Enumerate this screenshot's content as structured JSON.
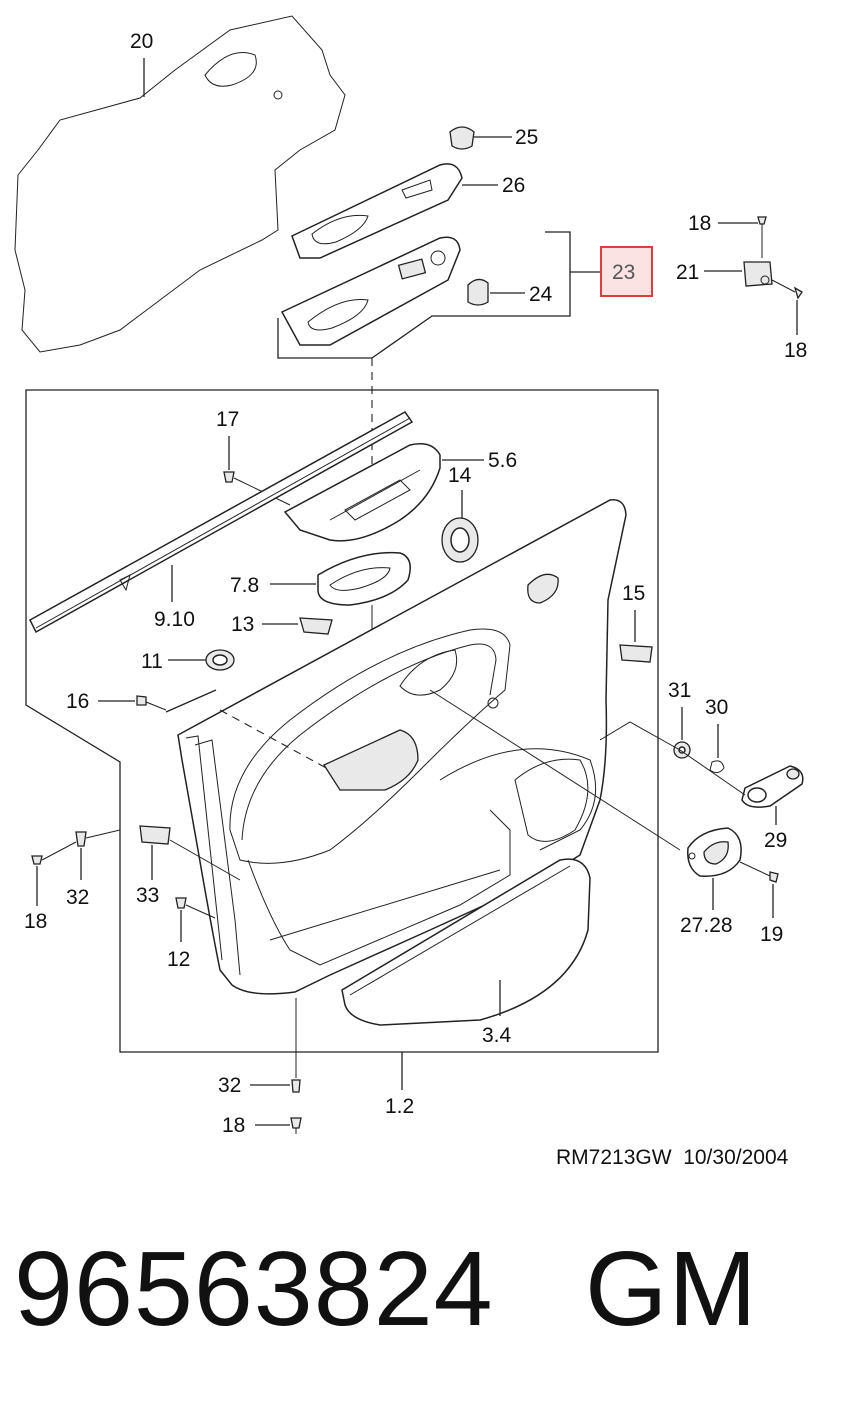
{
  "callouts": {
    "c20": "20",
    "c25": "25",
    "c26": "26",
    "c18a": "18",
    "c23": "23",
    "c21": "21",
    "c24": "24",
    "c18b": "18",
    "c17": "17",
    "c56": "5.6",
    "c14": "14",
    "c78": "7.8",
    "c15": "15",
    "c910": "9.10",
    "c13": "13",
    "c11": "11",
    "c31": "31",
    "c30": "30",
    "c16": "16",
    "c29": "29",
    "c32a": "32",
    "c33": "33",
    "c2728": "27.28",
    "c19": "19",
    "c18c": "18",
    "c12": "12",
    "c34": "3.4",
    "c32b": "32",
    "c12b": "1.2",
    "c18d": "18"
  },
  "highlight": {
    "callout": "23",
    "color": "#e03c3c",
    "fill": "#fbe3e3"
  },
  "reference": "RM7213GW  10/30/2004",
  "part_number": "96563824   GM"
}
